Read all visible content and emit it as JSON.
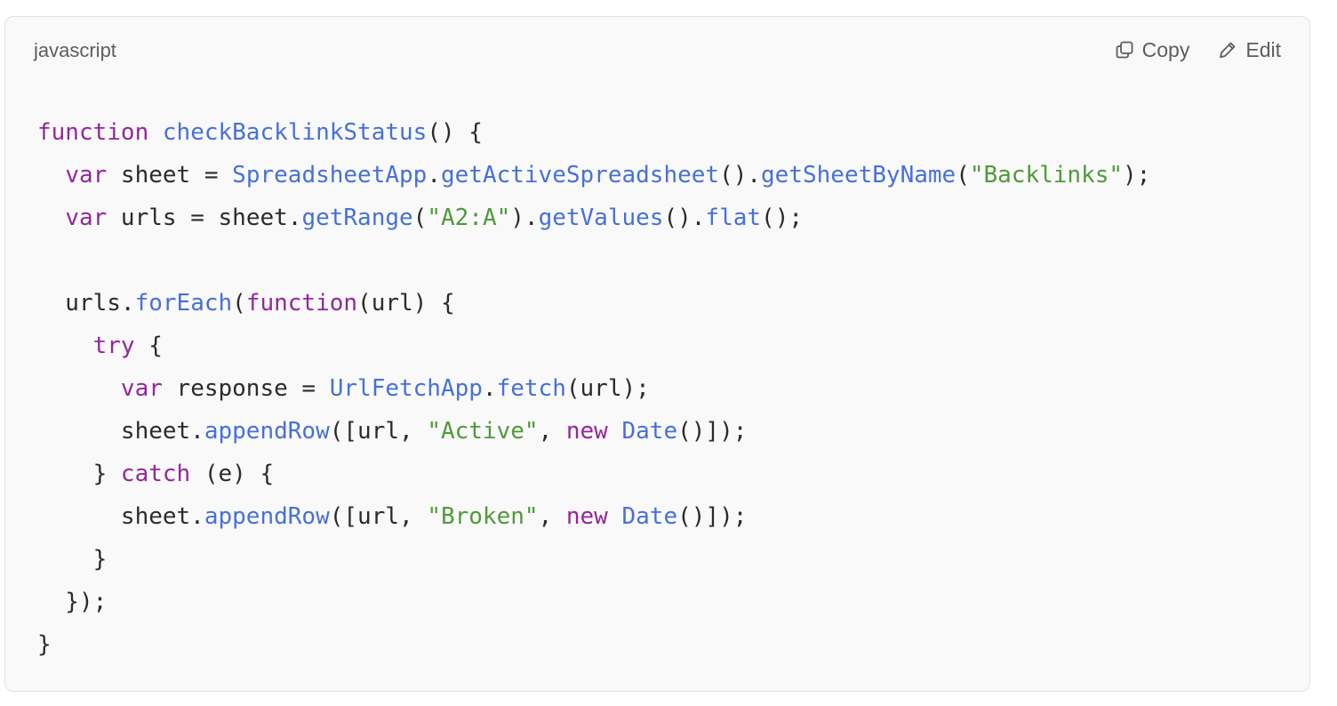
{
  "header": {
    "language": "javascript",
    "copy_label": "Copy",
    "edit_label": "Edit"
  },
  "code": {
    "lines": [
      [
        [
          "kw",
          "function"
        ],
        [
          "pl",
          " "
        ],
        [
          "fn",
          "checkBacklinkStatus"
        ],
        [
          "pl",
          "() {"
        ]
      ],
      [
        [
          "pl",
          "  "
        ],
        [
          "kw",
          "var"
        ],
        [
          "pl",
          " sheet = "
        ],
        [
          "fn",
          "SpreadsheetApp"
        ],
        [
          "pl",
          "."
        ],
        [
          "fn",
          "getActiveSpreadsheet"
        ],
        [
          "pl",
          "()."
        ],
        [
          "fn",
          "getSheetByName"
        ],
        [
          "pl",
          "("
        ],
        [
          "str",
          "\"Backlinks\""
        ],
        [
          "pl",
          ");"
        ]
      ],
      [
        [
          "pl",
          "  "
        ],
        [
          "kw",
          "var"
        ],
        [
          "pl",
          " urls = sheet."
        ],
        [
          "fn",
          "getRange"
        ],
        [
          "pl",
          "("
        ],
        [
          "str",
          "\"A2:A\""
        ],
        [
          "pl",
          ")."
        ],
        [
          "fn",
          "getValues"
        ],
        [
          "pl",
          "()."
        ],
        [
          "fn",
          "flat"
        ],
        [
          "pl",
          "();"
        ]
      ],
      [],
      [
        [
          "pl",
          "  urls."
        ],
        [
          "fn",
          "forEach"
        ],
        [
          "pl",
          "("
        ],
        [
          "kw",
          "function"
        ],
        [
          "pl",
          "(url) {"
        ]
      ],
      [
        [
          "pl",
          "    "
        ],
        [
          "kw",
          "try"
        ],
        [
          "pl",
          " {"
        ]
      ],
      [
        [
          "pl",
          "      "
        ],
        [
          "kw",
          "var"
        ],
        [
          "pl",
          " response = "
        ],
        [
          "fn",
          "UrlFetchApp"
        ],
        [
          "pl",
          "."
        ],
        [
          "fn",
          "fetch"
        ],
        [
          "pl",
          "(url);"
        ]
      ],
      [
        [
          "pl",
          "      sheet."
        ],
        [
          "fn",
          "appendRow"
        ],
        [
          "pl",
          "([url, "
        ],
        [
          "str",
          "\"Active\""
        ],
        [
          "pl",
          ", "
        ],
        [
          "kw",
          "new"
        ],
        [
          "pl",
          " "
        ],
        [
          "fn",
          "Date"
        ],
        [
          "pl",
          "()]);"
        ]
      ],
      [
        [
          "pl",
          "    } "
        ],
        [
          "kw",
          "catch"
        ],
        [
          "pl",
          " (e) {"
        ]
      ],
      [
        [
          "pl",
          "      sheet."
        ],
        [
          "fn",
          "appendRow"
        ],
        [
          "pl",
          "([url, "
        ],
        [
          "str",
          "\"Broken\""
        ],
        [
          "pl",
          ", "
        ],
        [
          "kw",
          "new"
        ],
        [
          "pl",
          " "
        ],
        [
          "fn",
          "Date"
        ],
        [
          "pl",
          "()]);"
        ]
      ],
      [
        [
          "pl",
          "    }"
        ]
      ],
      [
        [
          "pl",
          "  });"
        ]
      ],
      [
        [
          "pl",
          "}"
        ]
      ]
    ]
  },
  "colors": {
    "keyword": "#93279c",
    "function": "#4770d7",
    "string": "#4e9a3a",
    "plain": "#2b2b2b",
    "card_background": "#f9f9f9"
  },
  "icons": {
    "copy": "copy-icon",
    "edit": "pencil-icon"
  }
}
